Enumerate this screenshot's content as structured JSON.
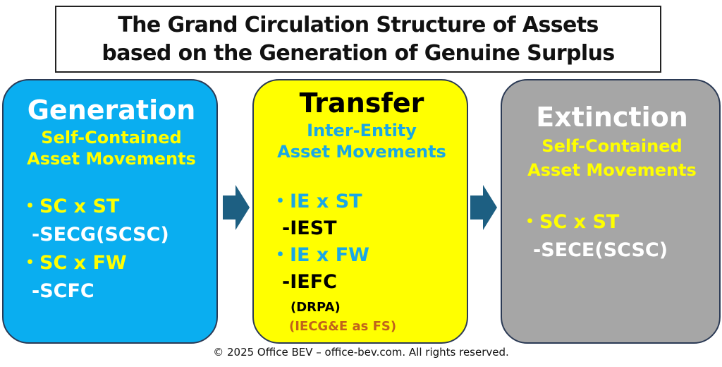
{
  "title": {
    "line1": "The Grand Circulation Structure of Assets",
    "line2": "based on the Generation of Genuine Surplus"
  },
  "generation": {
    "heading": "Generation",
    "subtitle_line1": "Self-Contained",
    "subtitle_line2": "Asset Movements",
    "items": [
      {
        "label": "・SC x ST",
        "detail": "-SECG(SCSC)"
      },
      {
        "label": "・SC x FW",
        "detail": "-SCFC"
      }
    ]
  },
  "transfer": {
    "heading": "Transfer",
    "subtitle_line1": "Inter-Entity",
    "subtitle_line2": "Asset Movements",
    "items": [
      {
        "label": "・IE x ST",
        "detail": "-IEST"
      },
      {
        "label": "・IE x FW",
        "detail": "-IEFC"
      }
    ],
    "note1": "(DRPA)",
    "note2": "(IECG&E as FS)"
  },
  "extinction": {
    "heading": "Extinction",
    "subtitle_line1": "Self-Contained",
    "subtitle_line2": "Asset Movements",
    "items": [
      {
        "label": "・SC x ST",
        "detail": "-SECE(SCSC)"
      }
    ]
  },
  "footer": "© 2025 Office BEV – office-bev.com. All rights reserved.",
  "colors": {
    "generation_bg": "#0aaef0",
    "transfer_bg": "#ffff00",
    "extinction_bg": "#a6a6a6",
    "yellow_text": "#ffff00",
    "blue_text": "#1aa7e6",
    "orange_text": "#c0631b",
    "arrow": "#1d5f82"
  }
}
